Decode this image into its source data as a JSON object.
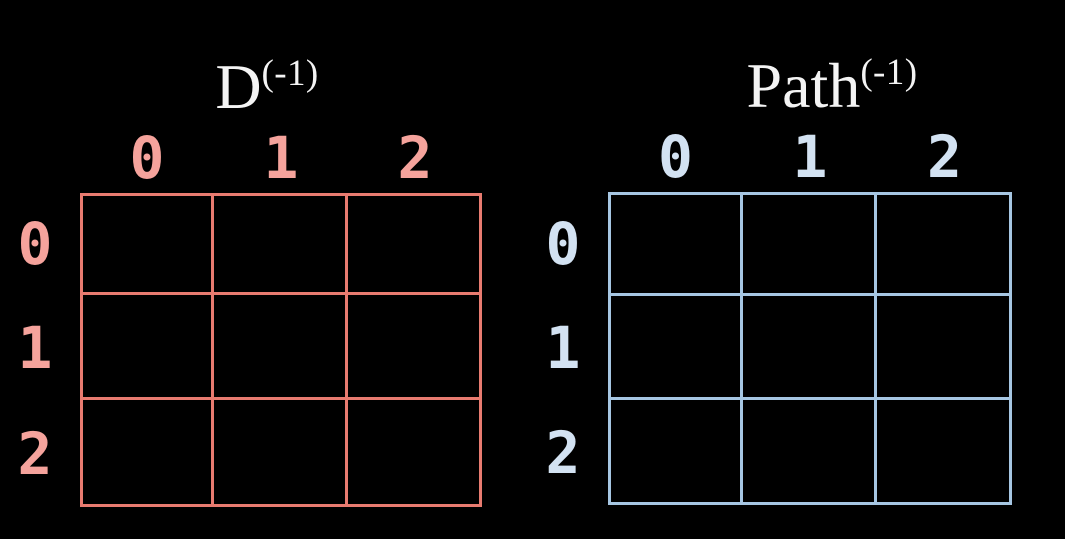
{
  "background": "#000000",
  "title_color": "#f4f4f4",
  "matrices": [
    {
      "name": "distance-matrix",
      "title_base": "D",
      "title_superscript": "(-1)",
      "line_color": "#e87b70",
      "label_color": "#f5a39c",
      "col_labels": [
        "0",
        "1",
        "2"
      ],
      "row_labels": [
        "0",
        "1",
        "2"
      ],
      "cells": [
        [
          "",
          "",
          ""
        ],
        [
          "",
          "",
          ""
        ],
        [
          "",
          "",
          ""
        ]
      ]
    },
    {
      "name": "path-matrix",
      "title_base": "Path",
      "title_superscript": "(-1)",
      "line_color": "#a6c6e2",
      "label_color": "#d3e2f2",
      "col_labels": [
        "0",
        "1",
        "2"
      ],
      "row_labels": [
        "0",
        "1",
        "2"
      ],
      "cells": [
        [
          "",
          "",
          ""
        ],
        [
          "",
          "",
          ""
        ],
        [
          "",
          "",
          ""
        ]
      ]
    }
  ]
}
